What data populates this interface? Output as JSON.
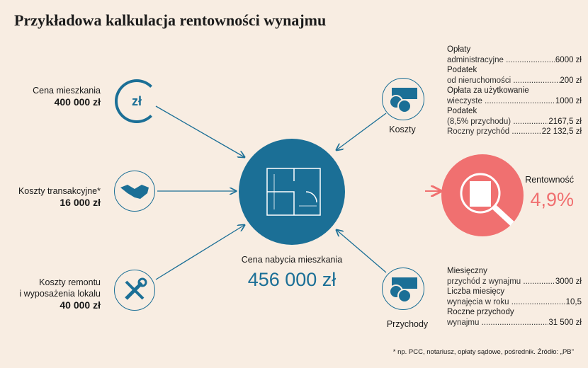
{
  "title": "Przykładowa kalkulacja rentowności wynajmu",
  "left": [
    {
      "label": "Cena mieszkania",
      "value": "400 000 zł",
      "icon": "zl-icon"
    },
    {
      "label": "Koszty transakcyjne*",
      "value": "16 000 zł",
      "icon": "handshake-icon"
    },
    {
      "label1": "Koszty remontu",
      "label2": "i wyposażenia lokalu",
      "value": "40 000 zł",
      "icon": "tools-icon"
    }
  ],
  "center": {
    "label": "Cena nabycia mieszkania",
    "value": "456 000 zł"
  },
  "zl_glyph": "zł",
  "costs": {
    "label": "Koszty",
    "items": [
      {
        "l1": "Opłaty",
        "l2": "administracyjne",
        "v": "6000 zł"
      },
      {
        "l1": "Podatek",
        "l2": "od nieruchomości",
        "v": "200 zł"
      },
      {
        "l1": "Opłata za użytkowanie",
        "l2": "wieczyste",
        "v": "1000 zł"
      },
      {
        "l1": "Podatek",
        "l2": "(8,5% przychodu)",
        "v": "2167,5 zł"
      },
      {
        "l2": "Roczny przychód",
        "v": "22 132,5 zł"
      }
    ]
  },
  "revenue": {
    "label": "Przychody",
    "items": [
      {
        "l1": "Miesięczny",
        "l2": "przychód z wynajmu",
        "v": "3000 zł"
      },
      {
        "l1": "Liczba miesięcy",
        "l2": "wynajęcia w roku",
        "v": "10,5"
      },
      {
        "l1": "Roczne przychody",
        "l2": "wynajmu",
        "v": "31 500 zł"
      }
    ]
  },
  "result": {
    "label": "Rentowność",
    "value": "4,9%"
  },
  "footnote": "* np. PCC, notariusz, opłaty sądowe, pośrednik. Źródło: „PB\"",
  "colors": {
    "blue": "#1b6f96",
    "red": "#f07070",
    "bg": "#f8ede2"
  }
}
